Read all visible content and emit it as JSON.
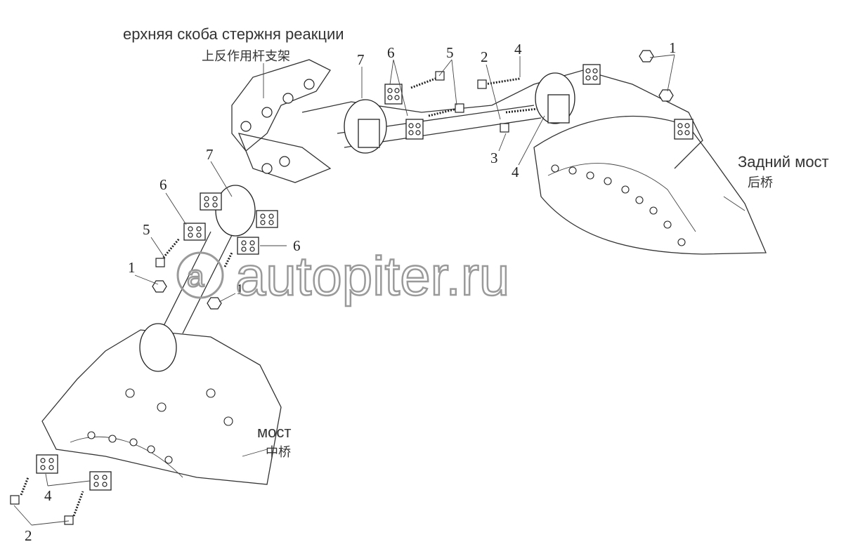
{
  "labels": {
    "upper_bracket_ru": "ерхняя скоба стержня реакции",
    "upper_bracket_cn": "上反作用杆支架",
    "rear_axle_ru": "Задний мост",
    "rear_axle_cn": "后桥",
    "middle_axle_ru": "мост",
    "middle_axle_cn": "中桥"
  },
  "callouts": [
    "7",
    "6",
    "5",
    "2",
    "4",
    "1",
    "3",
    "4",
    "7",
    "6",
    "5",
    "6",
    "1",
    "1",
    "4",
    "2"
  ],
  "watermark": {
    "text": "autopiter.ru",
    "logo": "a"
  }
}
